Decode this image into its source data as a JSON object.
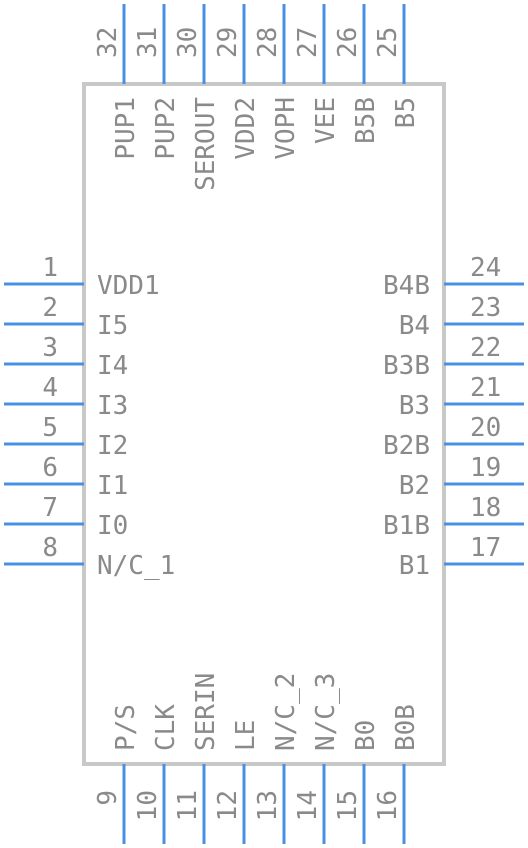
{
  "colors": {
    "pin": "#4a90e2",
    "body_stroke": "#c8c8c8",
    "text": "#8a8a8a"
  },
  "left_pins": [
    {
      "num": "1",
      "name": "VDD1"
    },
    {
      "num": "2",
      "name": "I5"
    },
    {
      "num": "3",
      "name": "I4"
    },
    {
      "num": "4",
      "name": "I3"
    },
    {
      "num": "5",
      "name": "I2"
    },
    {
      "num": "6",
      "name": "I1"
    },
    {
      "num": "7",
      "name": "I0"
    },
    {
      "num": "8",
      "name": "N/C_1"
    }
  ],
  "bottom_pins": [
    {
      "num": "9",
      "name": "P/S"
    },
    {
      "num": "10",
      "name": "CLK"
    },
    {
      "num": "11",
      "name": "SERIN"
    },
    {
      "num": "12",
      "name": "LE"
    },
    {
      "num": "13",
      "name": "N/C_2"
    },
    {
      "num": "14",
      "name": "N/C_3"
    },
    {
      "num": "15",
      "name": "B0"
    },
    {
      "num": "16",
      "name": "B0B"
    }
  ],
  "right_pins": [
    {
      "num": "24",
      "name": "B4B"
    },
    {
      "num": "23",
      "name": "B4"
    },
    {
      "num": "22",
      "name": "B3B"
    },
    {
      "num": "21",
      "name": "B3"
    },
    {
      "num": "20",
      "name": "B2B"
    },
    {
      "num": "19",
      "name": "B2"
    },
    {
      "num": "18",
      "name": "B1B"
    },
    {
      "num": "17",
      "name": "B1"
    }
  ],
  "top_pins": [
    {
      "num": "32",
      "name": "PUP1"
    },
    {
      "num": "31",
      "name": "PUP2"
    },
    {
      "num": "30",
      "name": "SEROUT"
    },
    {
      "num": "29",
      "name": "VDD2"
    },
    {
      "num": "28",
      "name": "VOPH"
    },
    {
      "num": "27",
      "name": "VEE"
    },
    {
      "num": "26",
      "name": "B5B"
    },
    {
      "num": "25",
      "name": "B5"
    }
  ]
}
